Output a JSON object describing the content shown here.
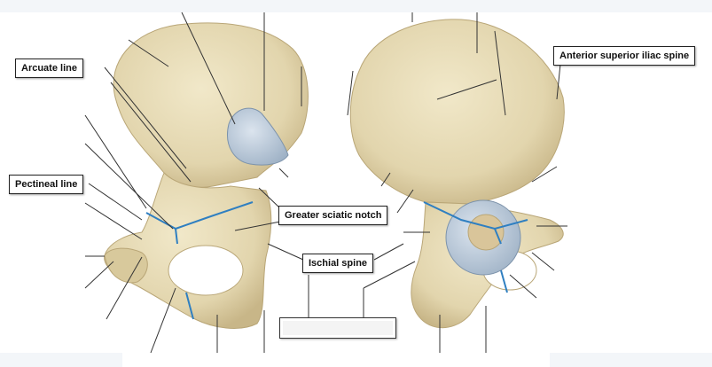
{
  "labels": {
    "arcuate_line": "Arcuate line",
    "pectineal_line": "Pectineal line",
    "greater_sciatic_notch": "Greater sciatic notch",
    "ischial_spine": "Ischial spine",
    "anterior_superior_iliac_spine": "Anterior superior iliac spine"
  },
  "colors": {
    "bone": "#e7dcb8",
    "bone_shadow": "#c9b98a",
    "cartilage": "#b9c7d6",
    "blue_line": "#2f7fc1",
    "leader_line": "#333333"
  }
}
